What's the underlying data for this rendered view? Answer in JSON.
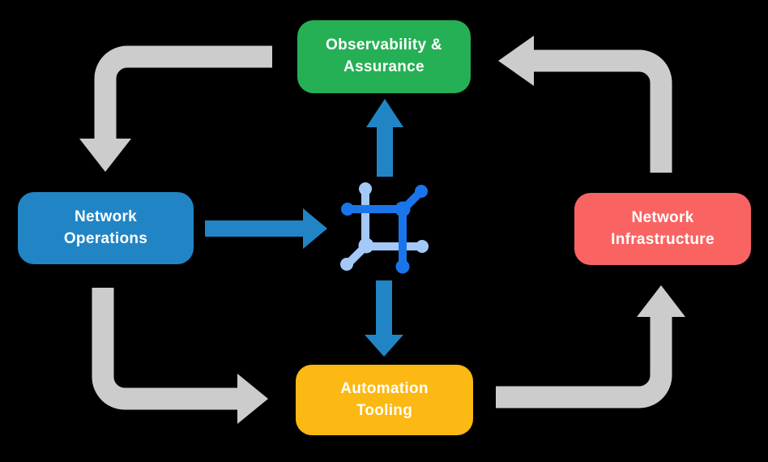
{
  "diagram": {
    "name": "network-automation-cycle-diagram",
    "nodes": {
      "observability": {
        "label": "Observability &\nAssurance",
        "color": "#25b055"
      },
      "operations": {
        "label": "Network\nOperations",
        "color": "#2185c5"
      },
      "infrastructure": {
        "label": "Network\nInfrastructure",
        "color": "#f96462"
      },
      "automation": {
        "label": "Automation\nTooling",
        "color": "#fcb813"
      }
    },
    "center_icon": {
      "name": "network-automation-icon",
      "dark_blue": "#1a75eb",
      "light_blue": "#a4c9f8"
    },
    "colors": {
      "background": "#000000",
      "label_text": "#ffffff",
      "cycle_arrow": "#cccccc",
      "center_arrow": "#2185c5"
    },
    "arrows": {
      "cycle": [
        {
          "from": "observability",
          "to": "operations"
        },
        {
          "from": "operations",
          "to": "automation"
        },
        {
          "from": "automation",
          "to": "infrastructure"
        },
        {
          "from": "infrastructure",
          "to": "observability"
        }
      ],
      "center": [
        {
          "from": "operations",
          "to": "center-icon"
        },
        {
          "from": "center-icon",
          "to": "observability"
        },
        {
          "from": "center-icon",
          "to": "automation"
        }
      ]
    }
  }
}
